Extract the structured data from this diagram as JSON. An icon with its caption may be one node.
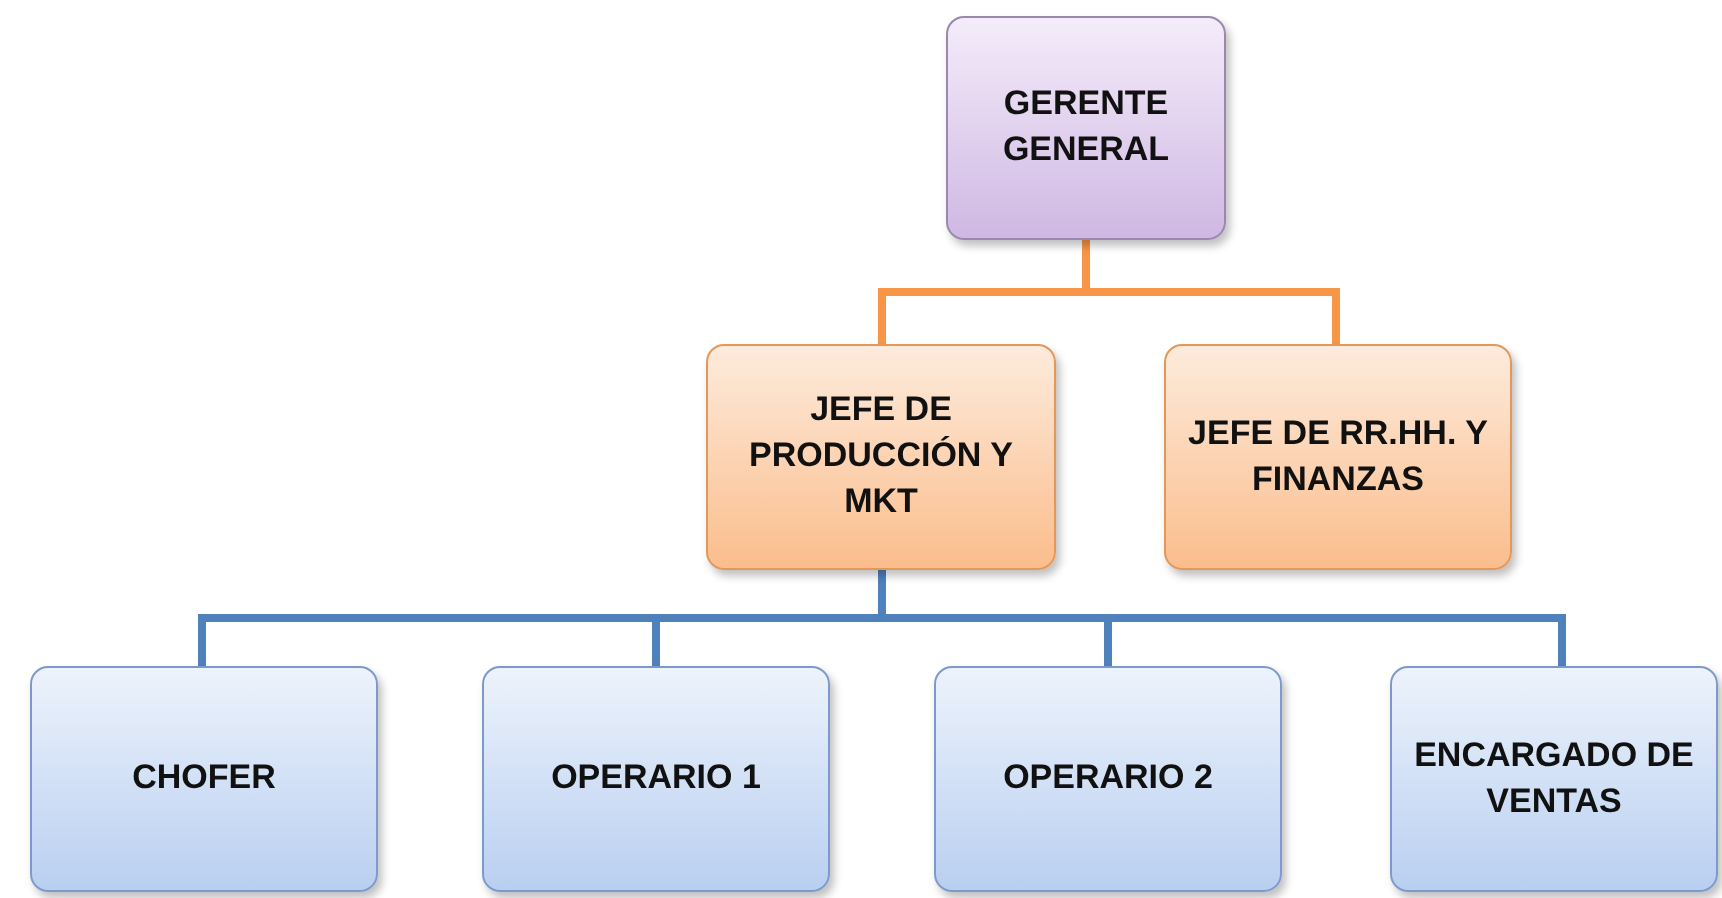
{
  "diagram": {
    "nodes": [
      {
        "text": [
          "GERENTE GENERAL"
        ]
      },
      {
        "text": [
          "JEFE DE PRODUCCIÓN Y MKT"
        ]
      },
      {
        "text": [
          "JEFE DE RR.HH. Y FINANZAS"
        ]
      },
      {
        "text": [
          "CHOFER"
        ]
      },
      {
        "text": [
          "OPERARIO 1"
        ]
      },
      {
        "text": [
          "OPERARIO 2"
        ]
      },
      {
        "text": [
          "ENCARGADO DE VENTAS"
        ]
      }
    ],
    "edges": [
      {
        "from": 0,
        "to": 1,
        "arrow": "none",
        "color": "#f79646"
      },
      {
        "from": 0,
        "to": 2,
        "arrow": "none",
        "color": "#f79646"
      },
      {
        "from": 1,
        "to": 3,
        "arrow": "none"
      },
      {
        "from": 1,
        "to": 4,
        "arrow": "none"
      },
      {
        "from": 1,
        "to": 5,
        "arrow": "none"
      },
      {
        "from": 1,
        "to": 6,
        "arrow": "none"
      }
    ]
  }
}
